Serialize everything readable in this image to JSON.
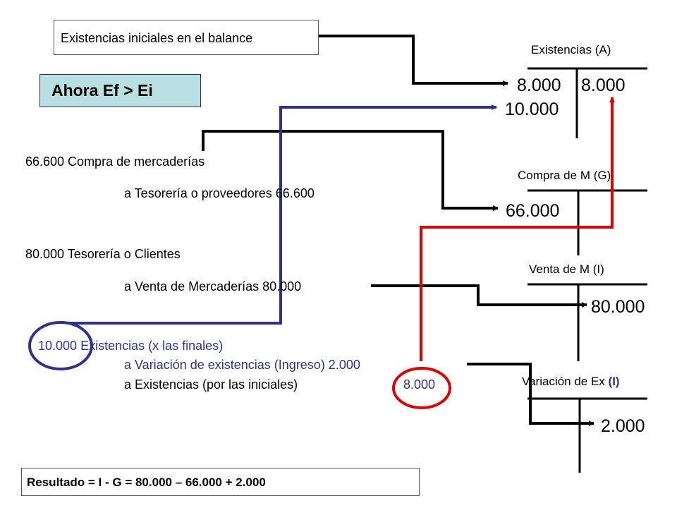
{
  "top_box": {
    "label": "Existencias iniciales en el balance"
  },
  "condition_box": {
    "label": "Ahora Ef > Ei"
  },
  "journal": {
    "line1": "66.600 Compra de mercaderías",
    "line2": "a Tesorería o proveedores 66.600",
    "line3": "80.000 Tesorería o Clientes",
    "line4": "a Venta de Mercaderías 80.000",
    "line5_amount": "10.000",
    "line5_text": " Existencias (x las finales)",
    "line6": "a  Variación de existencias (Ingreso) 2.000",
    "line7_text": "a Existencias (por las iniciales)",
    "line7_amount": "8.000"
  },
  "accounts": {
    "existencias": {
      "title": "Existencias (A)",
      "debit1": "8.000",
      "debit2": "10.000",
      "credit1": "8.000"
    },
    "compra": {
      "title": "Compra de M (G)",
      "debit1": "66.000"
    },
    "venta": {
      "title": "Venta de M (I)",
      "credit1": "80.000"
    },
    "variacion": {
      "title_prefix": "Variación de Ex ",
      "title_tag": "(I)",
      "credit1": "2.000"
    }
  },
  "result_box": {
    "label": "Resultado = I - G = 80.000 – 66.000 + 2.000"
  },
  "colors": {
    "blue_arrow": "#2e3192",
    "red_arrow": "#e00000",
    "black_arrow": "#000000"
  }
}
